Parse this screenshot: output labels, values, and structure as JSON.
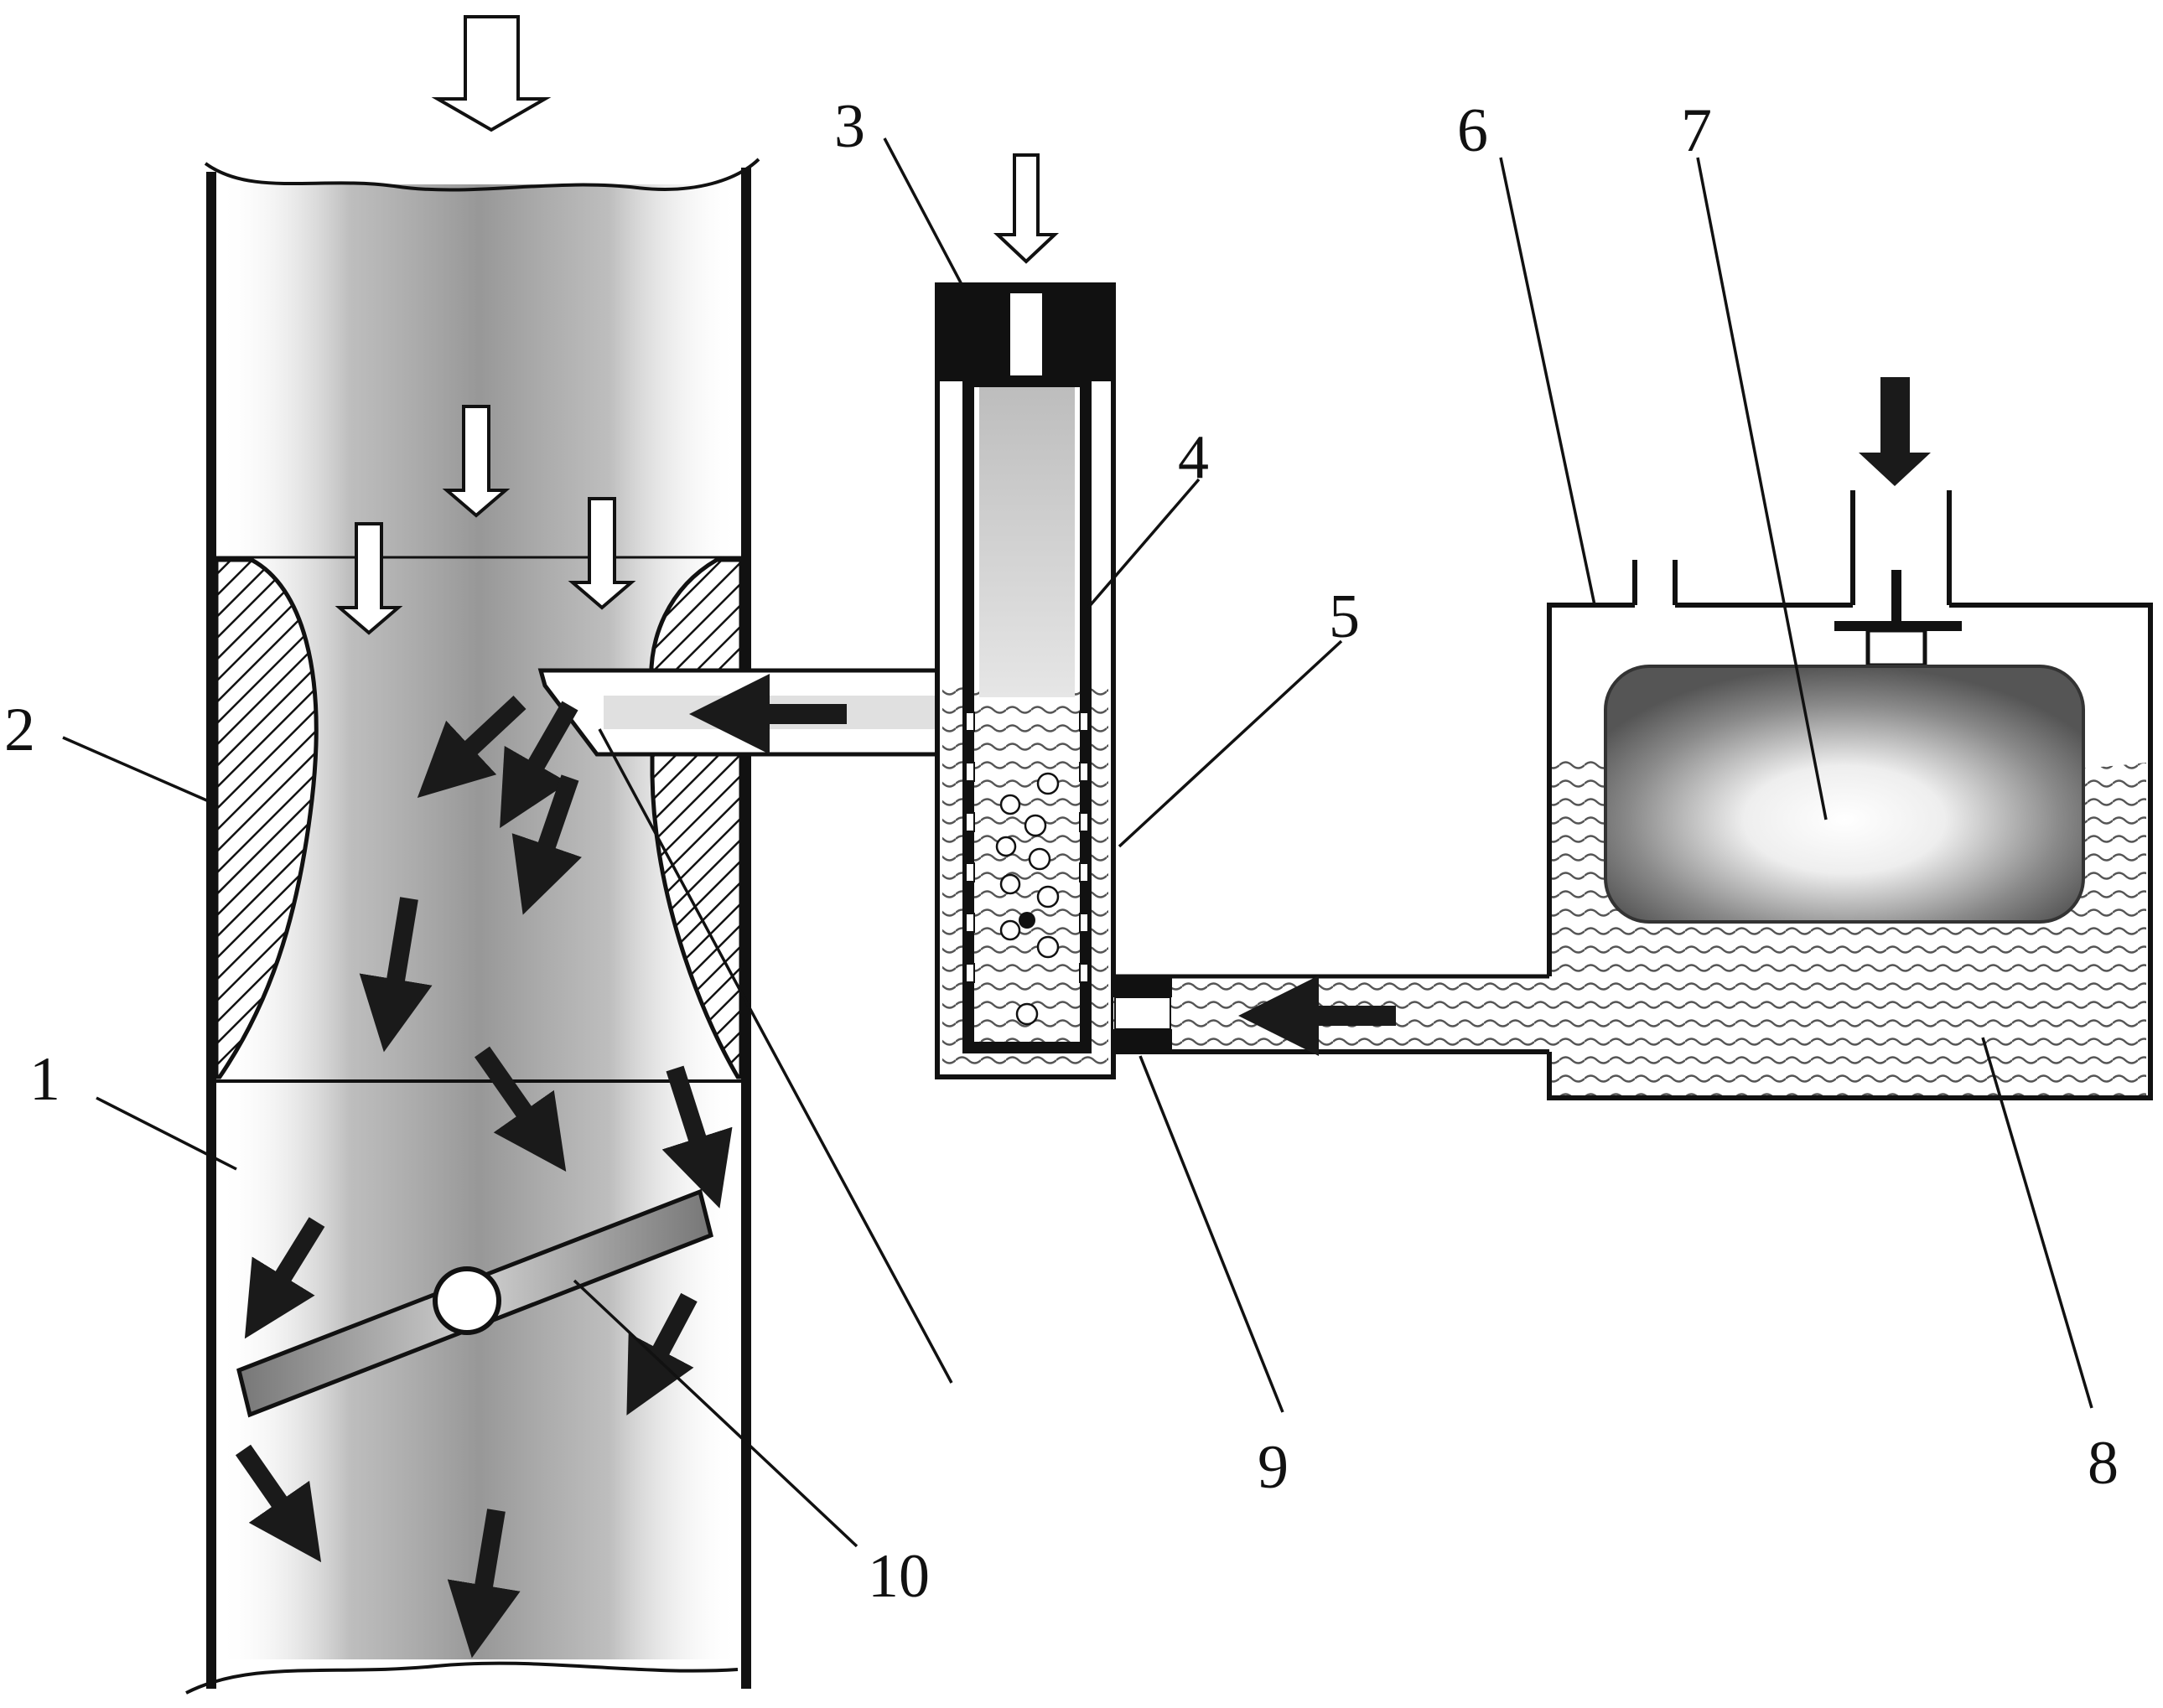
{
  "labels": {
    "l1": "1",
    "l2": "2",
    "l3": "3",
    "l4": "4",
    "l5": "5",
    "l6": "6",
    "l7": "7",
    "l8": "8",
    "l9": "9",
    "l10": "10"
  },
  "colors": {
    "line": "#111111",
    "flow_fill": "#9a9a9a",
    "fluid_wave": "#555555",
    "arrow_dark": "#1a1a1a"
  }
}
